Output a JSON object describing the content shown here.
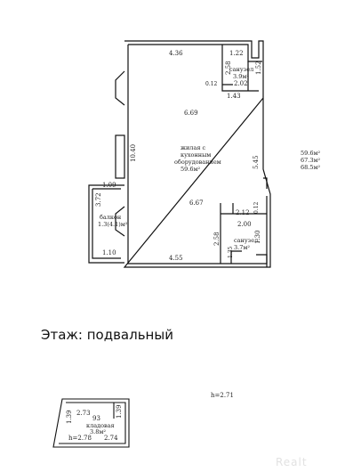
{
  "main_plan": {
    "dimensions": {
      "top_wall": "4.36",
      "bath_top": "1.22",
      "bath_width": "2.02",
      "bath_bottom": "1.43",
      "bath_height": "2.58",
      "small_012_top": "0.12",
      "right_upper": "1.52",
      "hall_width": "6.69",
      "left_wall": "10.40",
      "balcony_top": "1.09",
      "balcony_side": "3.72",
      "balcony_bottom": "1.10",
      "right_middle": "5.45",
      "hall_width_lower": "6.67",
      "wc_top": "2.12",
      "wc_width": "2.00",
      "small_012_bottom": "0.12",
      "wc_side": "1.30",
      "wc_left": "2.58",
      "wc_inner": "1.35",
      "bottom_wall": "4.55"
    },
    "rooms": {
      "bath1": {
        "name": "санузел",
        "area": "3.9м²"
      },
      "hall": {
        "line1": "жилая с",
        "line2": "кухонным",
        "line3": "оборудованием",
        "area": "59.6м²"
      },
      "balcony": {
        "name": "балкон",
        "area": "1.3(4.1)м²"
      },
      "bath2": {
        "name": "санузел",
        "area": "3.7м²"
      }
    },
    "totals": {
      "t1": "59.6м²",
      "t2": "67.3м²",
      "t3": "68.5м²"
    }
  },
  "floor_label": "Этаж: подвальный",
  "height_main": "h=2.71",
  "storage": {
    "dimensions": {
      "top": "2.73",
      "left": "1.39",
      "right": "1.39",
      "bottom": "2.74",
      "height": "h=2.78"
    },
    "number": "93",
    "name": "кладовая",
    "area": "3.8м²"
  },
  "watermark": "Realt"
}
